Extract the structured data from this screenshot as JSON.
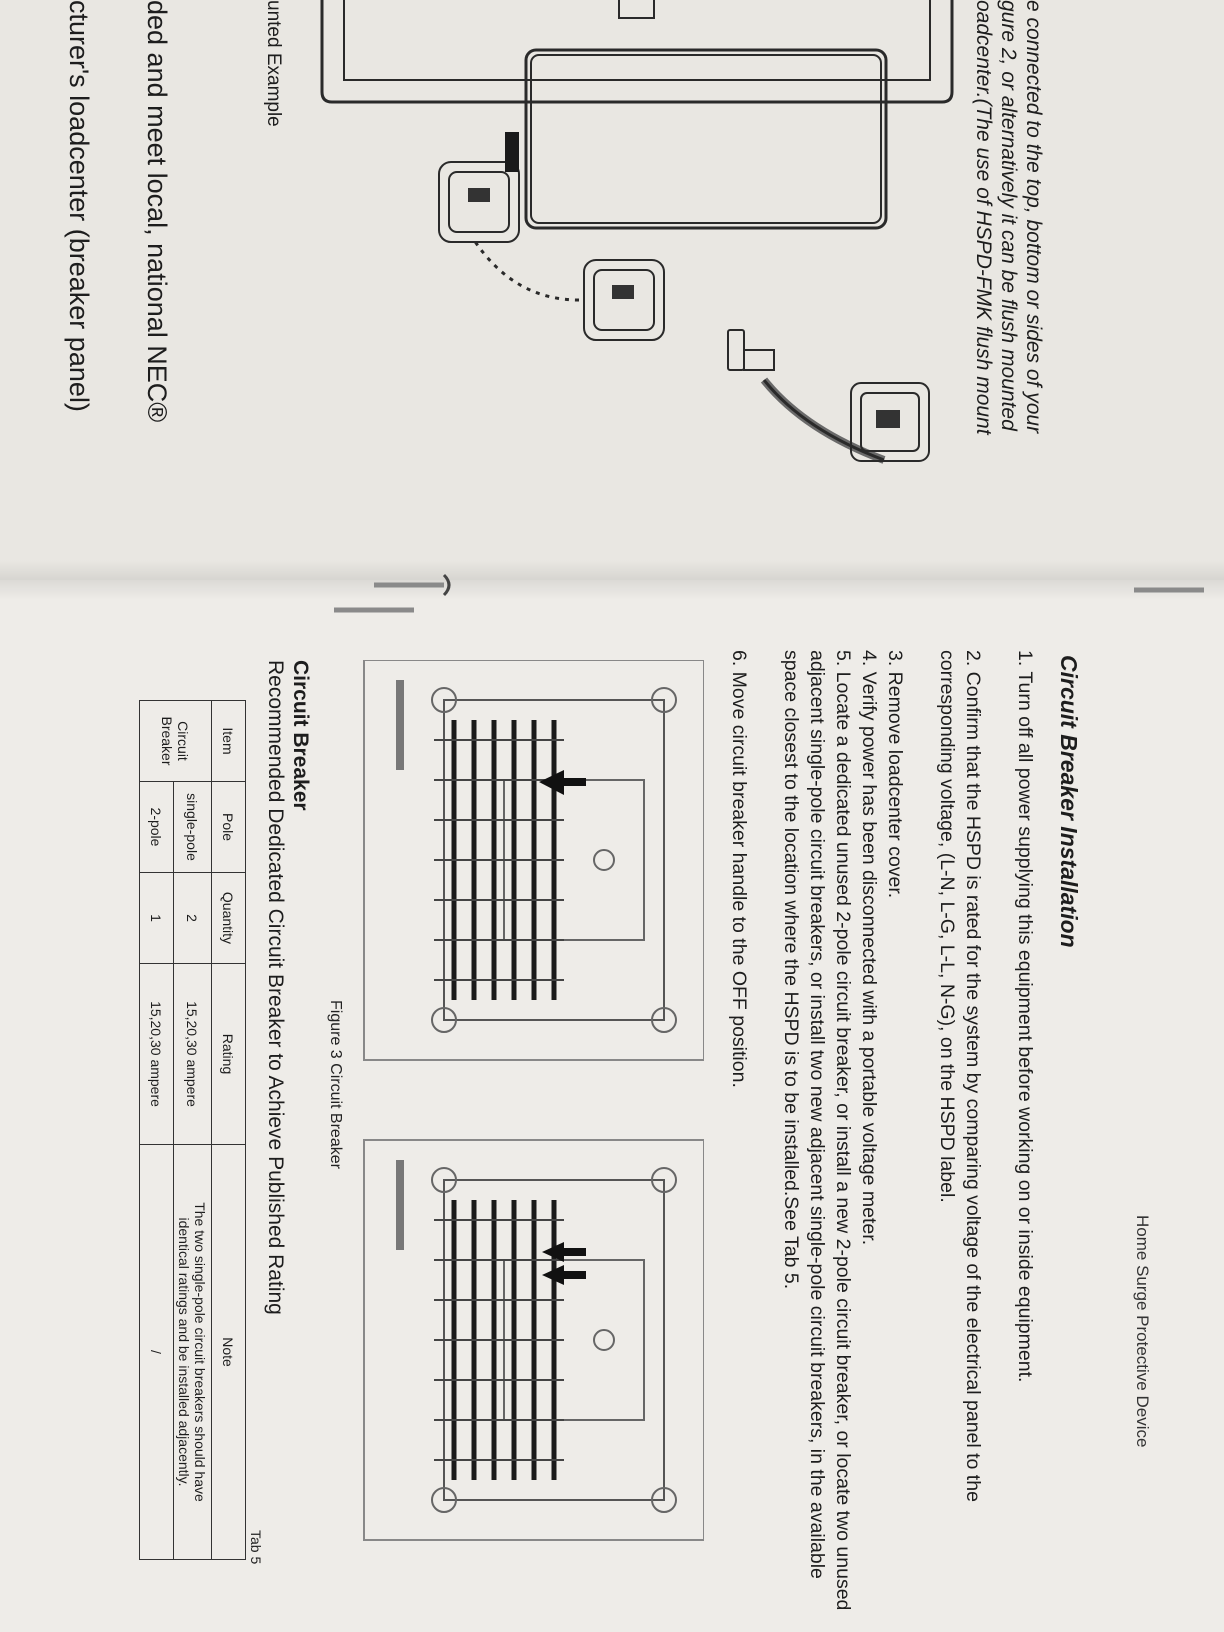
{
  "left_page": {
    "intro_lines": [
      "e connected to the top, bottom or sides of your",
      "gure 2, or alternatively it can be flush mounted",
      "oadcenter.(The use of HSPD-FMK flush mount"
    ],
    "figure_label": "unted Example",
    "large_lines": [
      "ded and meet local, national NEC®",
      "cturer's loadcenter (breaker panel)"
    ]
  },
  "right_page": {
    "header": "Home Surge Protective Device",
    "title": "Circuit Breaker Installation",
    "steps": [
      "1. Turn off all power supplying this equipment before working on or inside equipment.",
      "2. Confirm that the HSPD is rated for the system by comparing voltage of the electrical panel to the corresponding voltage, (L-N, L-G, L-L, N-G), on the HSPD label.",
      "3. Remove loadcenter cover.",
      "4. Verify power has been disconnected with a portable voltage meter.",
      "5. Locate a dedicated unused 2-pole circuit breaker, or install a new 2-pole circuit breaker, or locate two unused adjacent single-pole circuit breakers, or install two new adjacent single-pole circuit breakers, in the available space closest to the location where the HSPD is to be installed.See Tab 5.",
      "6. Move circuit breaker handle to the OFF position."
    ],
    "figure_caption": "Figure 3 Circuit Breaker",
    "section_title": "Circuit Breaker",
    "section_subtitle": "Recommended Dedicated Circuit Breaker to Achieve Published Rating",
    "tab_label": "Tab 5",
    "table": {
      "headers": [
        "Item",
        "Pole",
        "Quantity",
        "Rating",
        "Note"
      ],
      "item_label_lines": [
        "Circuit",
        "Breaker"
      ],
      "rows": [
        {
          "pole": "single-pole",
          "quantity": "2",
          "rating": "15,20,30 ampere",
          "note_lines": [
            "The two single-pole circuit breakers should have",
            "identical ratings and be installed adjacently."
          ]
        },
        {
          "pole": "2-pole",
          "quantity": "1",
          "rating": "15,20,30 ampere",
          "note": "/"
        }
      ]
    }
  }
}
